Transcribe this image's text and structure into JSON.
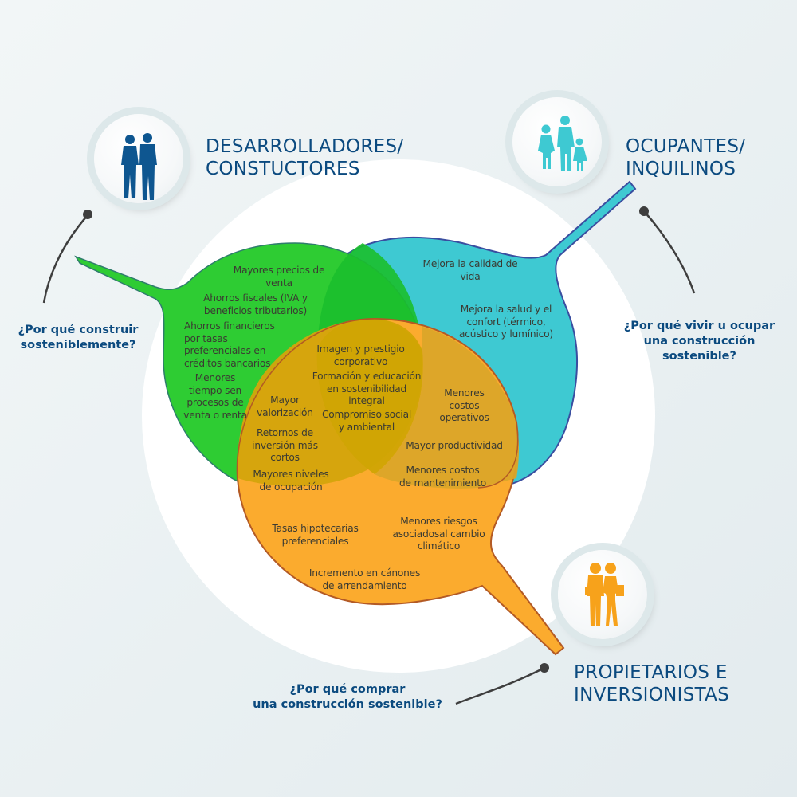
{
  "colors": {
    "developers": "#2ecc33",
    "occupants": "#3ec9d2",
    "owners": "#fbab2e",
    "title": "#0b4a7f",
    "body_text": "#3b3b33"
  },
  "groups": {
    "developers": {
      "title": "DESARROLLADORES/\nCONSTUCTORES",
      "icon": "two-men-icon",
      "question": "¿Por qué construir\nsosteniblemente?"
    },
    "occupants": {
      "title": "OCUPANTES/\nINQUILINOS",
      "icon": "family-icon",
      "question": "¿Por qué vivir u ocupar\nuna construcción\nsostenible?"
    },
    "owners": {
      "title": "PROPIETARIOS E\nINVERSIONISTAS",
      "icon": "business-couple-icon",
      "question": "¿Por qué comprar\nuna construcción sostenible?"
    }
  },
  "regions": {
    "developers_only": [
      "Mayores precios de\nventa",
      "Ahorros fiscales (IVA y\nbeneficios tributarios)",
      "Ahorros financieros\npor tasas\npreferenciales en\ncréditos bancarios",
      "Menores\ntiempo sen\nprocesos de\nventa o renta"
    ],
    "occupants_only": [
      "Mejora la calidad de\nvida",
      "Mejora la salud y el\nconfort (térmico,\nacústico y lumínico)"
    ],
    "developers_owners": [
      "Mayor\nvalorización",
      "Retornos de\ninversión más\ncortos",
      "Mayores niveles\nde ocupación"
    ],
    "all_three": [
      "Imagen y prestigio\ncorporativo",
      "Formación y educación\nen sostenibilidad\nintegral",
      "Compromiso social\ny ambiental"
    ],
    "occupants_owners": [
      "Menores\ncostos\noperativos",
      "Mayor productividad",
      "Menores costos\nde mantenimiento"
    ],
    "owners_only": [
      "Tasas hipotecarias\npreferenciales",
      "Menores riesgos\nasociadosal cambio\nclimático",
      "Incremento en cánones\nde arrendamiento"
    ]
  }
}
